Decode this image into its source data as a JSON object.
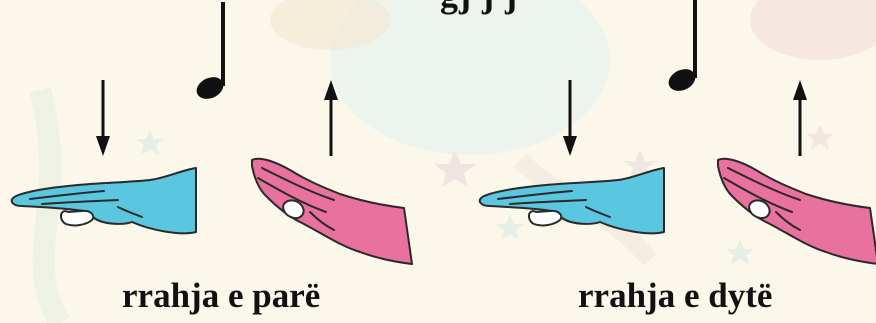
{
  "header_fragment": "gj  j  j",
  "beats": [
    {
      "caption": "rrahja e parë",
      "down_hand_color": "#5bc6df",
      "up_hand_color": "#e8719d"
    },
    {
      "caption": "rrahja e dytë",
      "down_hand_color": "#5bc6df",
      "up_hand_color": "#e8719d"
    }
  ],
  "icons": {
    "note": "quarter-note-icon",
    "arrow_down": "arrow-down-icon",
    "arrow_up": "arrow-up-icon"
  },
  "colors": {
    "background": "#fbf7ea",
    "text": "#111111",
    "hand_outline": "#2a2a2a"
  }
}
